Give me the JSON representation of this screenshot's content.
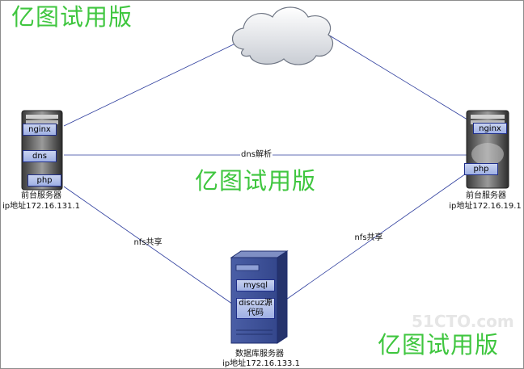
{
  "watermark": "亿图试用版",
  "cloud_icon": "cloud-icon",
  "links": {
    "dns": "dns解析",
    "nfs_left": "nfs共享",
    "nfs_right": "nfs共享"
  },
  "servers": {
    "left": {
      "icon": "server-tower-icon",
      "name": "前台服务器",
      "ip": "ip地址172.16.131.1",
      "services": [
        "nginx",
        "dns",
        "php"
      ]
    },
    "right": {
      "icon": "server-tower-icon",
      "name": "前台服务器",
      "ip": "ip地址172.16.19.1",
      "services": [
        "nginx",
        "php"
      ]
    },
    "db": {
      "icon": "database-server-icon",
      "name": "数据库服务器",
      "ip": "ip地址172.16.133.1",
      "services": [
        "mysql",
        "discuz源代码"
      ]
    }
  },
  "logo": {
    "text": "51CTO.com"
  },
  "colors": {
    "link_line": "#2b3b9c",
    "watermark": "#3fc63f",
    "tag_border": "#1f2e8a",
    "db_body": "#3c4f92"
  }
}
